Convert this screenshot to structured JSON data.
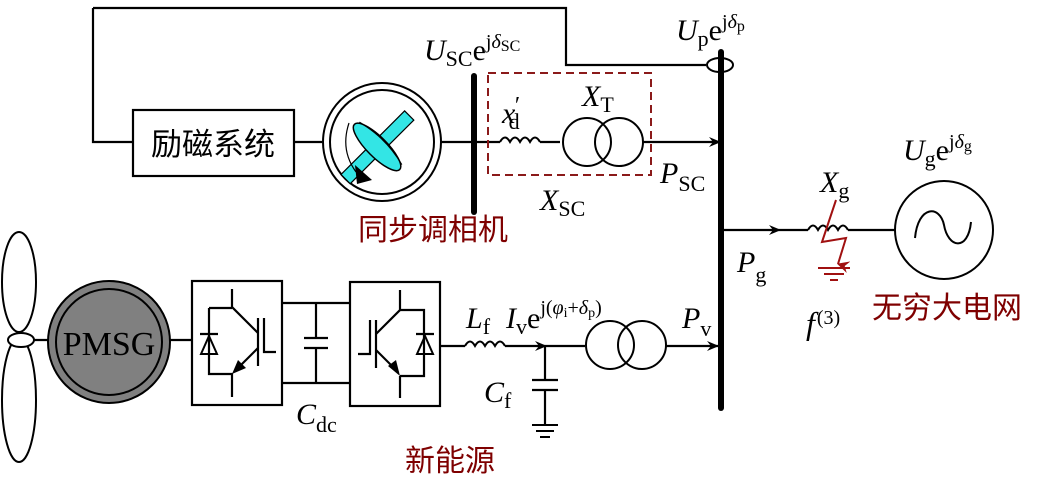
{
  "title": "同步调相机与新能源并网系统示意图",
  "labels": {
    "excitation_system": "励磁系统",
    "synchronous_condenser": "同步调相机",
    "new_energy": "新能源",
    "infinite_grid": "无穷大电网",
    "pmsg": "PMSG"
  },
  "symbols": {
    "U_sc": {
      "base": "U",
      "sub": "SC",
      "exp_base": "e",
      "exp_j": "j",
      "exp_var": "δ",
      "exp_sub": "SC"
    },
    "U_p": {
      "base": "U",
      "sub": "p",
      "exp_base": "e",
      "exp_j": "j",
      "exp_var": "δ",
      "exp_sub": "p"
    },
    "U_g": {
      "base": "U",
      "sub": "g",
      "exp_base": "e",
      "exp_j": "j",
      "exp_var": "δ",
      "exp_sub": "g"
    },
    "x_d": {
      "base": "x",
      "prime": "′",
      "sub": "d"
    },
    "X_T": {
      "base": "X",
      "sub": "T"
    },
    "X_SC": {
      "base": "X",
      "sub": "SC"
    },
    "X_g": {
      "base": "X",
      "sub": "g"
    },
    "P_SC": {
      "base": "P",
      "sub": "SC"
    },
    "P_g": {
      "base": "P",
      "sub": "g"
    },
    "P_v": {
      "base": "P",
      "sub": "v"
    },
    "L_f": {
      "base": "L",
      "sub": "f"
    },
    "C_f": {
      "base": "C",
      "sub": "f"
    },
    "C_dc": {
      "base": "C",
      "sub": "dc"
    },
    "I_v": {
      "base": "I",
      "sub": "v",
      "exp_base": "e",
      "exp_j": "j(",
      "exp_phi": "φ",
      "exp_phi_sub": "i",
      "exp_plus": "+",
      "exp_var": "δ",
      "exp_sub": "p",
      "exp_close": ")"
    },
    "fault": {
      "base": "f",
      "sup": "(3)"
    }
  },
  "colors": {
    "label_red": "#7f0000",
    "dashed_box": "#8b1a1a",
    "fault_red": "#a01010",
    "rotor_cyan": "#33e5e5",
    "pmsg_gray": "#808080"
  }
}
